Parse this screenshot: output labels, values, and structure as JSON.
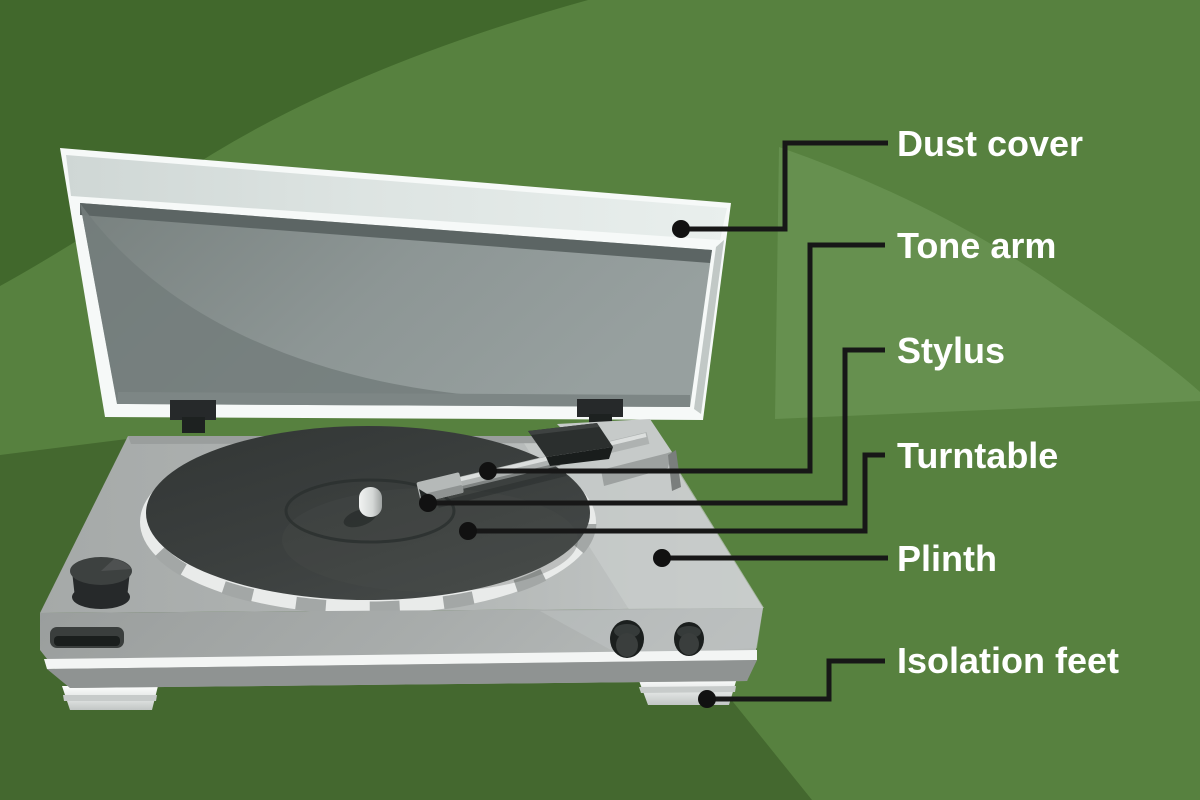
{
  "diagram": {
    "labels": [
      {
        "id": "dust-cover",
        "text": "Dust cover"
      },
      {
        "id": "tone-arm",
        "text": "Tone arm"
      },
      {
        "id": "stylus",
        "text": "Stylus"
      },
      {
        "id": "turntable",
        "text": "Turntable"
      },
      {
        "id": "plinth",
        "text": "Plinth"
      },
      {
        "id": "isolation-feet",
        "text": "Isolation feet"
      }
    ],
    "colors": {
      "background": "#57813F",
      "background_dark_corner": "#41682C",
      "background_light_band": "#66904F",
      "background_bottom_shadow": "#44682F",
      "callout_line": "#171717",
      "label_text": "#FFFFFF"
    }
  }
}
